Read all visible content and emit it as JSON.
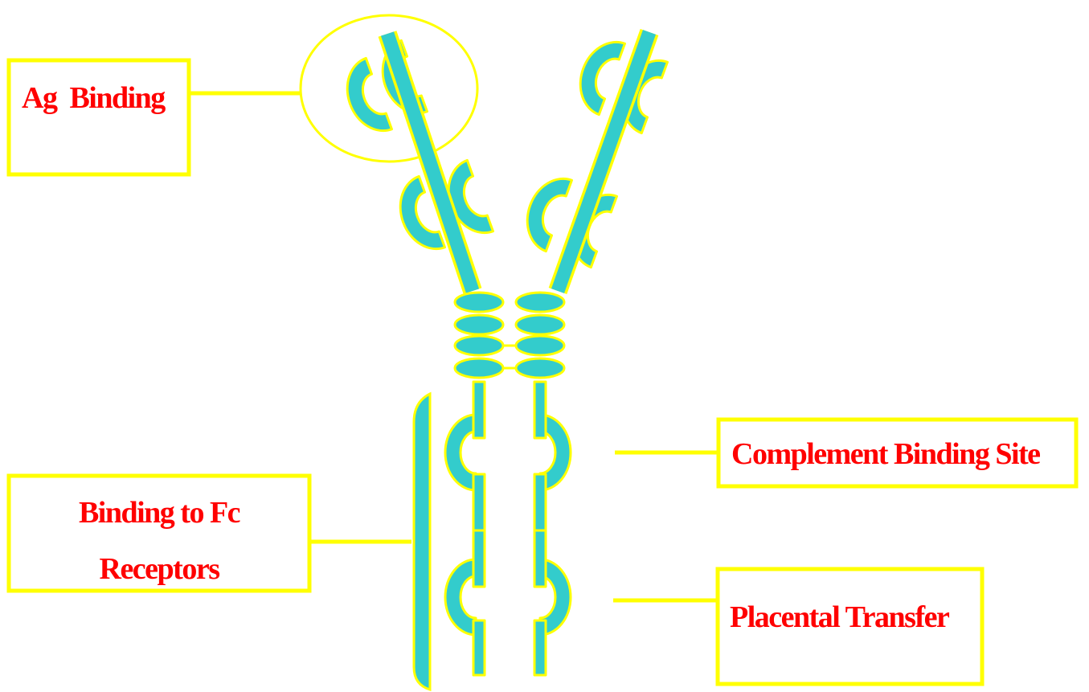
{
  "labels": {
    "ag_binding": "Ag  Binding",
    "complement": "Complement Binding Site",
    "fc_line1": "Binding to Fc",
    "fc_line2": "Receptors",
    "placental": "Placental Transfer"
  },
  "colors": {
    "domain_fill": "#33cccc",
    "outline": "#ffff00",
    "label_text": "#ff0000",
    "background": "#ffffff"
  }
}
